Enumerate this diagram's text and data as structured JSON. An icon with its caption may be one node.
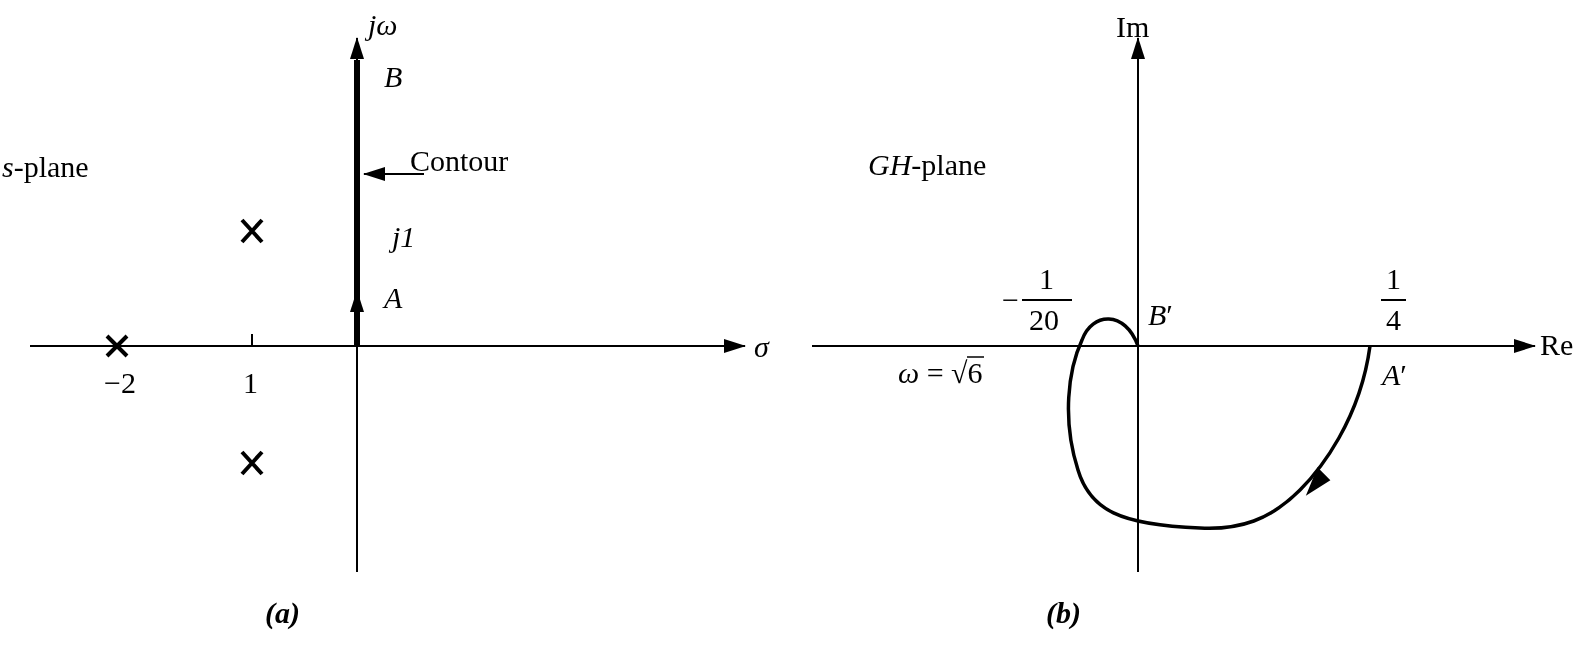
{
  "diagram": {
    "nodes": [
      {
        "text": [
          "Contour"
        ]
      },
      {
        "text": [],
        "shape": "bar"
      }
    ],
    "edges": [
      {
        "from": 0,
        "to": 1,
        "arrow": "to"
      }
    ],
    "labels": [
      "*jω*",
      "*B*",
      "*s*-plane",
      "j1",
      "*A*",
      "*σ*",
      "−2",
      "1",
      "Im",
      "*GH*-plane",
      "−",
      "1",
      "20",
      "*B*′",
      "1",
      "4",
      "Re",
      "*ω* = √6",
      "*A*′"
    ],
    "caption": "(a) (b)"
  }
}
